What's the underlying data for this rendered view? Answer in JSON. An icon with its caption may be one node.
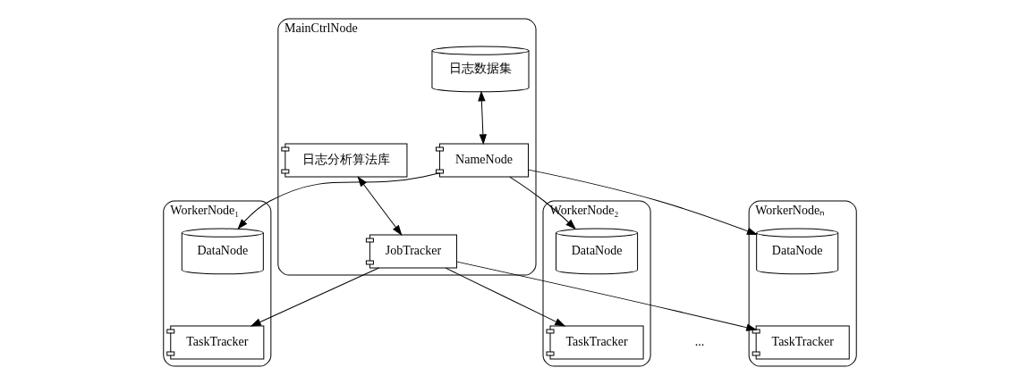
{
  "diagram": {
    "nodes": [
      {
        "text": [
          "MainCtrlNode"
        ]
      },
      {
        "text": [
          "日志分析算法库"
        ],
        "in": 0
      },
      {
        "text": [
          "日志数据集"
        ],
        "in": 0
      },
      {
        "text": [
          "JobTracker"
        ],
        "in": 0
      },
      {
        "text": [
          "NameNode"
        ],
        "in": 0
      },
      {
        "text": [
          "WorkerNode₁"
        ]
      },
      {
        "text": [
          "TaskTracker"
        ],
        "in": 5
      },
      {
        "text": [
          "DataNode"
        ],
        "in": 5
      },
      {
        "text": [
          "WorkerNode₂"
        ]
      },
      {
        "text": [
          "TaskTracker"
        ],
        "in": 8
      },
      {
        "text": [
          "DataNode"
        ],
        "in": 8
      },
      {
        "text": [
          "WorkerNodeₙ"
        ]
      },
      {
        "text": [
          "TaskTracker"
        ],
        "in": 11
      },
      {
        "text": [
          "DataNode"
        ],
        "in": 11
      }
    ],
    "edges": [
      {
        "from": 1,
        "to": 3,
        "arrow": "both"
      },
      {
        "from": 2,
        "to": 4,
        "arrow": "both"
      },
      {
        "from": 3,
        "to": 6,
        "arrow": "to"
      },
      {
        "from": 3,
        "to": 9,
        "arrow": "to"
      },
      {
        "from": 3,
        "to": 12,
        "arrow": "to"
      },
      {
        "from": 4,
        "to": 7,
        "arrow": "to"
      },
      {
        "from": 4,
        "to": 10,
        "arrow": "to"
      },
      {
        "from": 4,
        "to": 13,
        "arrow": "to"
      }
    ],
    "labels": [
      "..."
    ]
  }
}
